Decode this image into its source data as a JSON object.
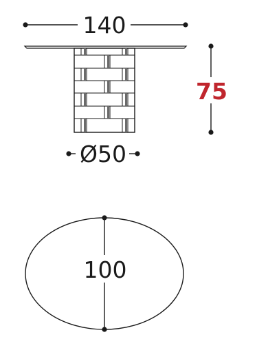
{
  "dimensions": {
    "width_label": "140",
    "height_label": "75",
    "base_diameter_label": "Ø50",
    "depth_label": "100"
  },
  "colors": {
    "line": "#1a1a1a",
    "accent": "#c0262d",
    "background": "#ffffff"
  }
}
